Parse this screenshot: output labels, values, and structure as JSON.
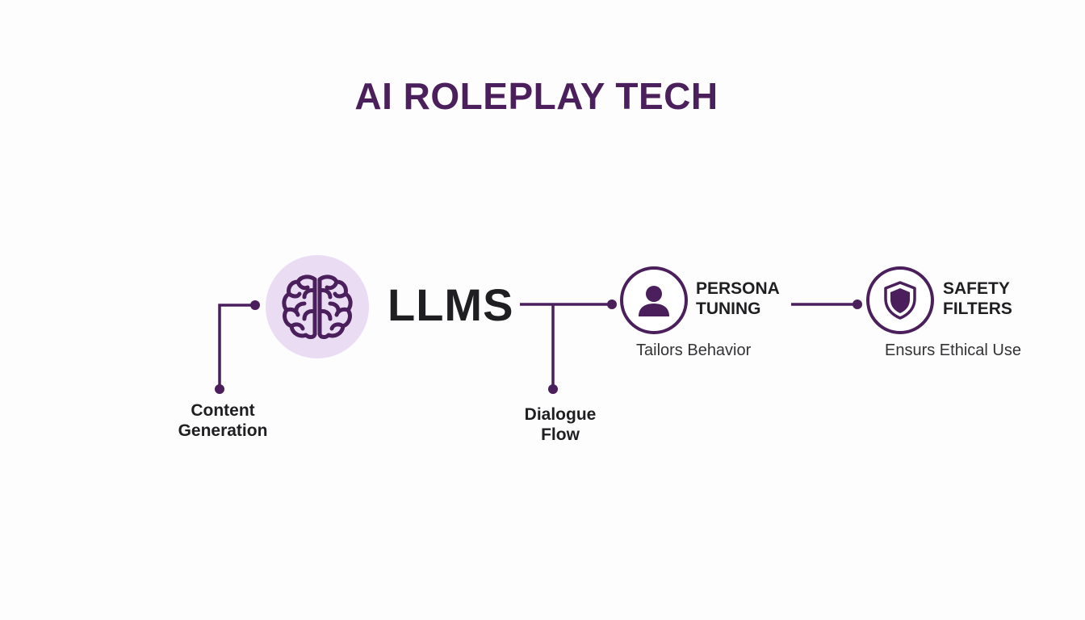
{
  "title": "AI ROLEPLAY TECH",
  "core": {
    "label": "LLMS",
    "icon": "brain-icon"
  },
  "branches": {
    "content": {
      "line1": "Content",
      "line2": "Generation"
    },
    "dialogue": {
      "line1": "Dialogue",
      "line2": "Flow"
    }
  },
  "nodes": {
    "persona": {
      "title_line1": "PERSONA",
      "title_line2": "TUNING",
      "subtitle": "Tailors Behavior",
      "icon": "user-icon"
    },
    "safety": {
      "title_line1": "SAFETY",
      "title_line2": "FILTERS",
      "subtitle": "Ensurs Ethical Use",
      "icon": "shield-icon"
    }
  },
  "colors": {
    "accent": "#4a1f5c",
    "accent_light": "#eadcf3",
    "text": "#1f1f22",
    "background": "#fdfdfd"
  }
}
